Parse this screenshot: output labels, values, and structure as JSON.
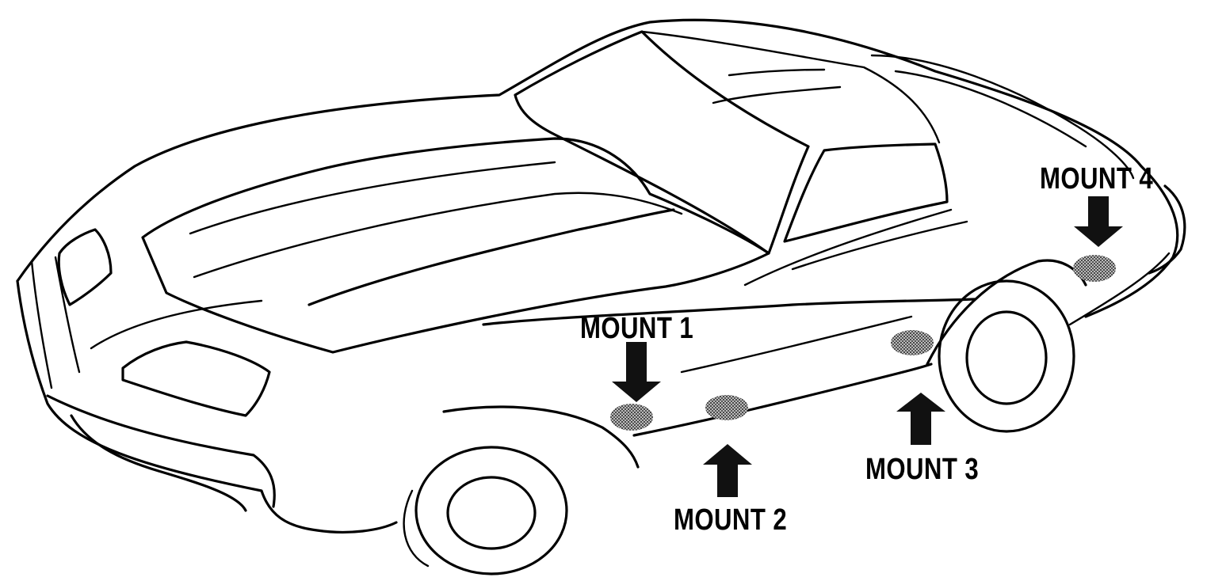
{
  "mount_labels": {
    "mount1": "MOUNT 1",
    "mount2": "MOUNT 2",
    "mount3": "MOUNT 3",
    "mount4": "MOUNT 4"
  }
}
